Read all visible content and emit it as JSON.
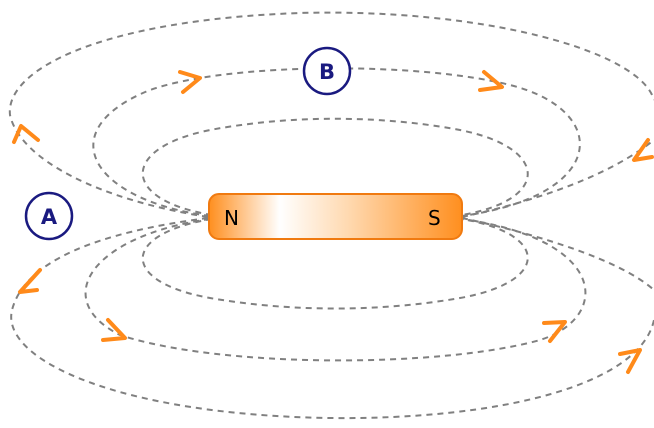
{
  "magnet": {
    "north_label": "N",
    "south_label": "S",
    "color_fill": "#ff8f1f",
    "color_edge": "#f07a10",
    "color_highlight": "#ffffff"
  },
  "points": [
    {
      "label": "A"
    },
    {
      "label": "B"
    }
  ],
  "style": {
    "field_line_color": "#808080",
    "arrow_color": "#ff8a1a",
    "marker_color": "#1a1a80"
  }
}
